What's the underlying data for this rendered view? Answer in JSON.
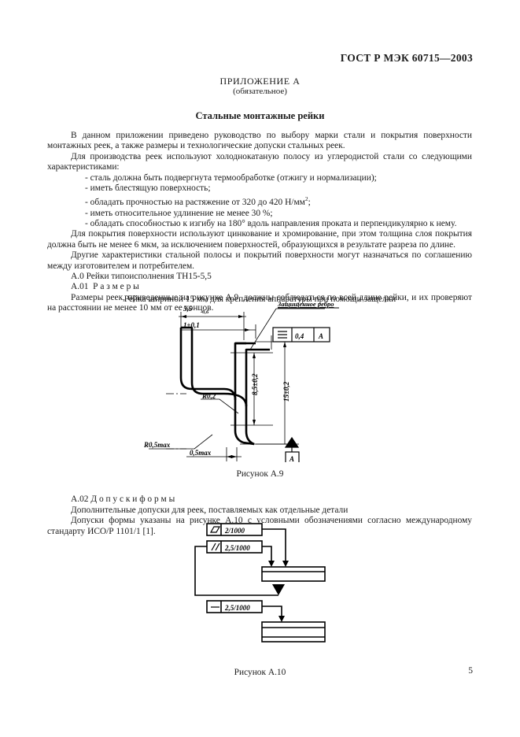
{
  "document": {
    "header_standard": "ГОСТ Р МЭК 60715—2003",
    "annex_title": "ПРИЛОЖЕНИЕ А",
    "annex_subtitle": "(обязательное)",
    "doc_title": "Стальные монтажные рейки",
    "page_number": "5"
  },
  "paragraphs": [
    "В данном приложении приведено руководство по выбору марки стали и покрытия поверхности монтажных реек, а также размеры и технологические допуски стальных реек.",
    "Для производства реек используют холоднокатаную полосу из углеродистой стали со следующими характеристиками:",
    "- сталь должна быть подвергнута термообработке (отжигу и нормализации);",
    "- иметь блестящую поверхность;",
    "- обладать прочностью на растяжение от 320 до 420 Н/мм2;",
    "- иметь относительное удлинение не менее 30 %;",
    "- обладать способностью к изгибу на 180° вдоль направления проката и перпендикулярно к нему.",
    "Для покрытия поверхности используют цинкование и хромирование, при этом толщина слоя покрытия должна быть не менее 6 мкм, за исключением поверхностей, образующихся в результате разреза по длине.",
    "Другие характеристики стальной полосы и покрытий поверхности могут назначаться по соглашению между изготовителем и потребителем.",
    "А.0 Рейки типоисполнения ТН15-5,5",
    "А.01  Р а з м е р ы",
    "Размеры реек, приведенные на рисунке А.9, должны соблюдаться по всей длине рейки, и их проверяют на расстоянии не менее 10 мм от ее концов."
  ],
  "section_a0": "А.0  Рейки типоисполнения ТН15-5,5",
  "section_a01_prefix": "А.01",
  "section_a01_title": "Р а з м е р ы",
  "figure_a9": {
    "lead_text": "Рейка шириной 15 мм для крепления аппаратуры при помощи защелки",
    "caption": "Рисунок А.9",
    "annotation_protected_edge": "Защищенное ребро",
    "dim_width_top": "5,5",
    "dim_width_top_tol": "-0,6",
    "dim_thickness": "1±0,1",
    "dim_inner_height": "8,5±0,2",
    "dim_outer_height": "15±0,2",
    "dim_radius_inner": "R0,2",
    "dim_radius_max": "R0,5max",
    "dim_flat_max": "0,5max",
    "datum_letter": "A",
    "tolerance_flag_value": "0,4",
    "tolerance_flag_datum": "A"
  },
  "section_a02_prefix": "А.02",
  "section_a02_title": "Д о п у с к и   ф о р м ы",
  "paragraphs2": [
    "Дополнительные допуски для реек, поставляемых как отдельные детали",
    "Допуски формы указаны на рисунке А.10 с условными обозначениями согласно международному стандарту ИСО/Р 1101/1 [1]."
  ],
  "figure_a10": {
    "caption": "Рисунок А.10",
    "frames": [
      {
        "symbol": "flatness-parallelogram",
        "value": "2/1000"
      },
      {
        "symbol": "parallelism",
        "value": "2,5/1000"
      },
      {
        "symbol": "straightness",
        "value": "2,5/1000"
      }
    ]
  }
}
